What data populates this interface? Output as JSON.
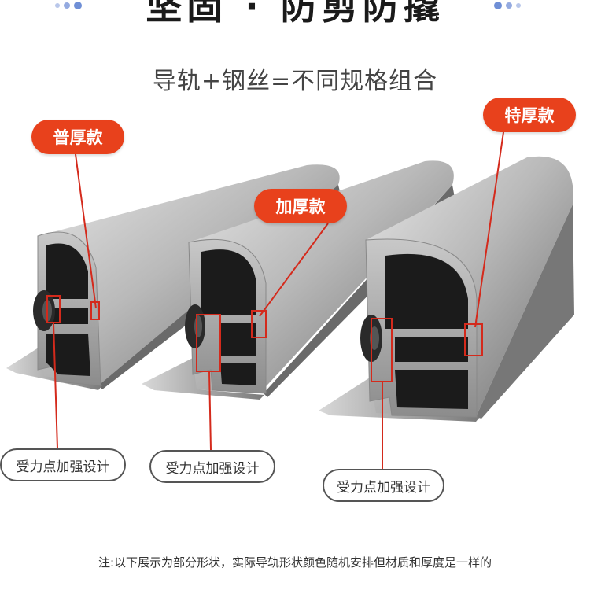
{
  "header": {
    "headline": "坚固 · 防剪防撬",
    "subtitle": "导轨+钢丝=不同规格组合"
  },
  "tags": {
    "standard": "普厚款",
    "thick": "加厚款",
    "extra_thick": "特厚款"
  },
  "callouts": {
    "left": "受力点加强设计",
    "middle": "受力点加强设计",
    "right": "受力点加强设计"
  },
  "footer": {
    "note": "注:以下展示为部分形状，实际导轨形状颜色随机安排但材质和厚度是一样的"
  },
  "colors": {
    "tag_background": "#e8411c",
    "leader_line": "#d42a1c",
    "metal": "#9a9a9a",
    "dot_accent": "#6f8fd6"
  }
}
